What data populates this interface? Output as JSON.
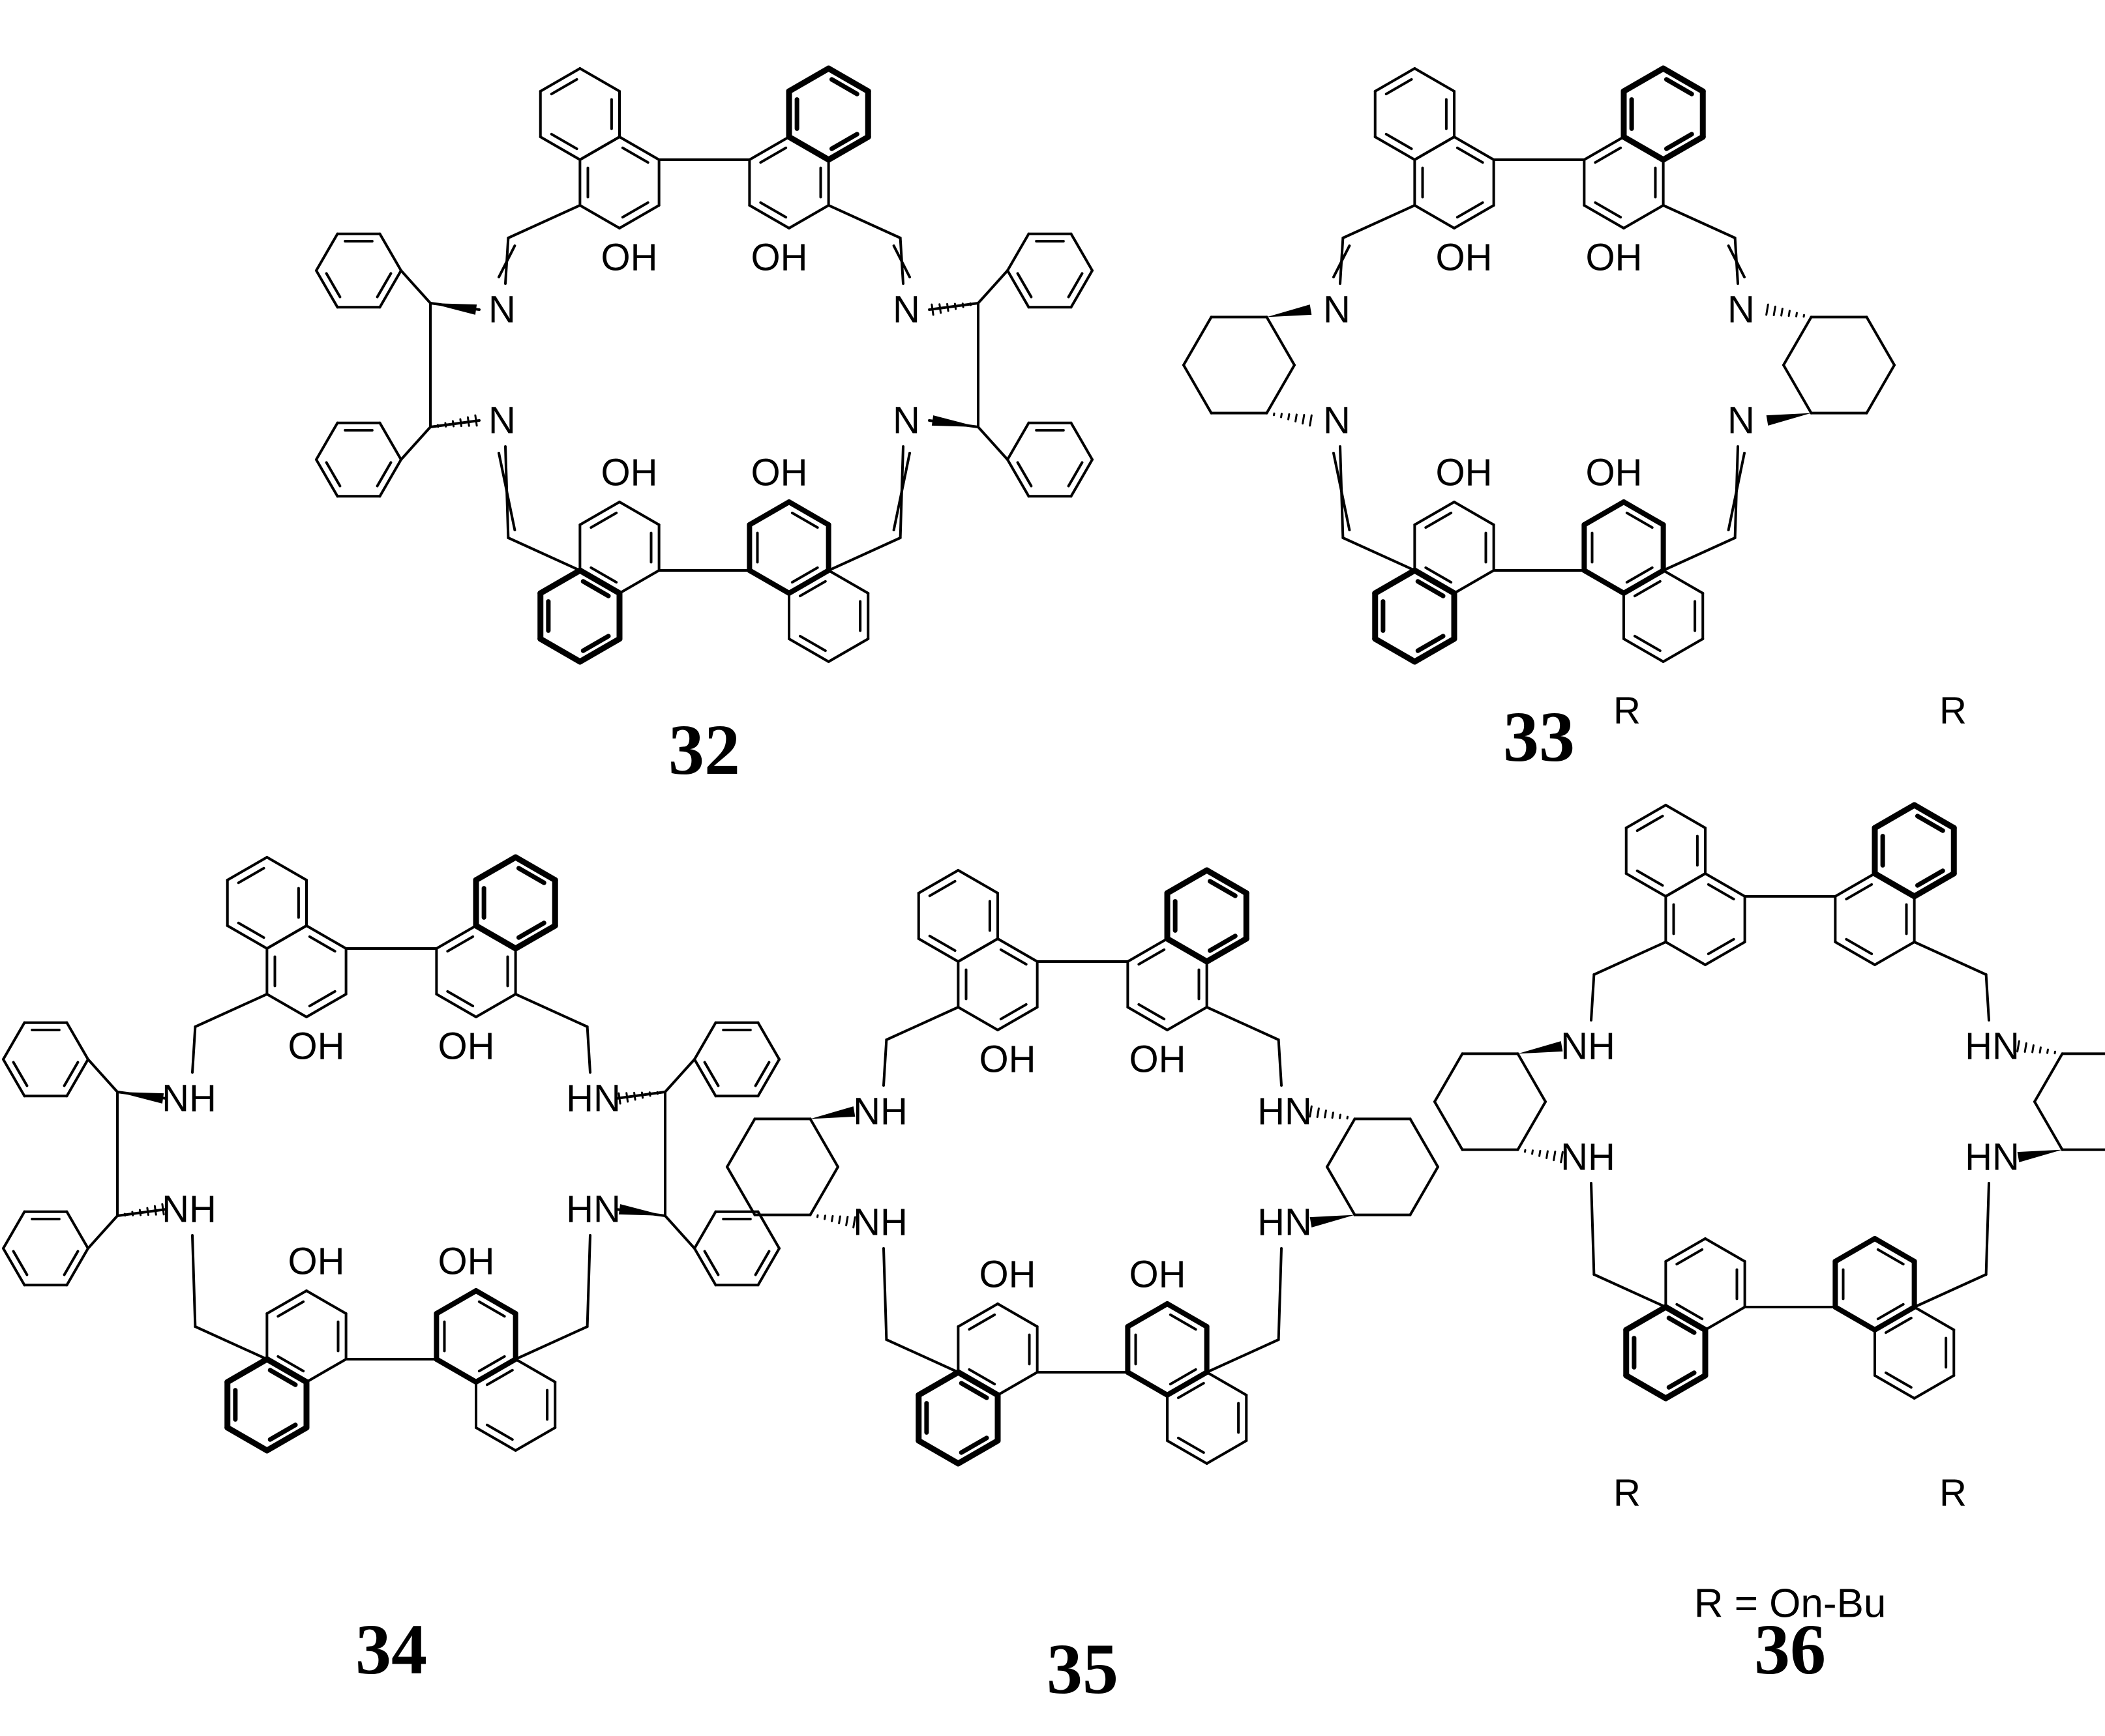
{
  "compounds": [
    {
      "id": "32",
      "type": "imine",
      "diamine": "stilbene"
    },
    {
      "id": "33",
      "type": "imine",
      "diamine": "cyclohexane"
    },
    {
      "id": "34",
      "type": "amine",
      "diamine": "stilbene"
    },
    {
      "id": "35",
      "type": "amine",
      "diamine": "cyclohexane"
    },
    {
      "id": "36",
      "type": "amine",
      "diamine": "cyclohexane",
      "variant": "binaphthyl-R"
    }
  ],
  "labels": {
    "hydroxyl": "OH",
    "imine_n": "N",
    "amine_left": "NH",
    "amine_right": "HN",
    "substituent": "R",
    "r_definition": "R = On-Bu"
  }
}
